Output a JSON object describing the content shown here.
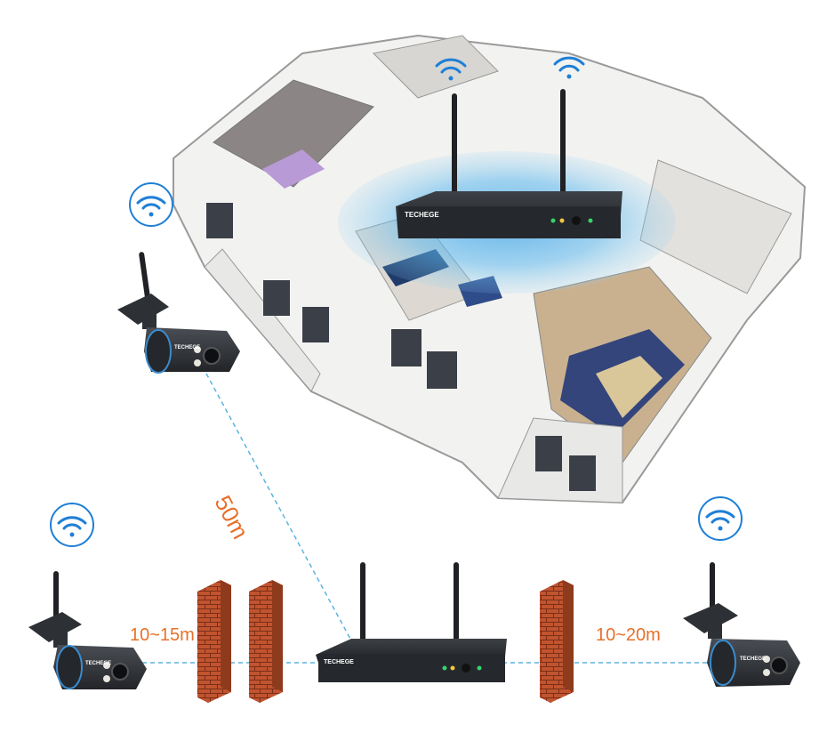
{
  "brand": "TECHEGE",
  "distances": {
    "camera_top": "50m",
    "camera_left": "10~15m",
    "camera_right": "10~20m"
  },
  "colors": {
    "wifi_blue": "#1f7fd6",
    "distance_orange": "#e8702a",
    "dashed_line": "#5ab4e0",
    "device_black": "#2a2d31",
    "led_green": "#36d36b",
    "brick": "#c1542f",
    "signal_glow": "#4aa8e8"
  },
  "icons": [
    "wifi-icon",
    "brick-wall-icon",
    "nvr-device",
    "bullet-camera"
  ]
}
